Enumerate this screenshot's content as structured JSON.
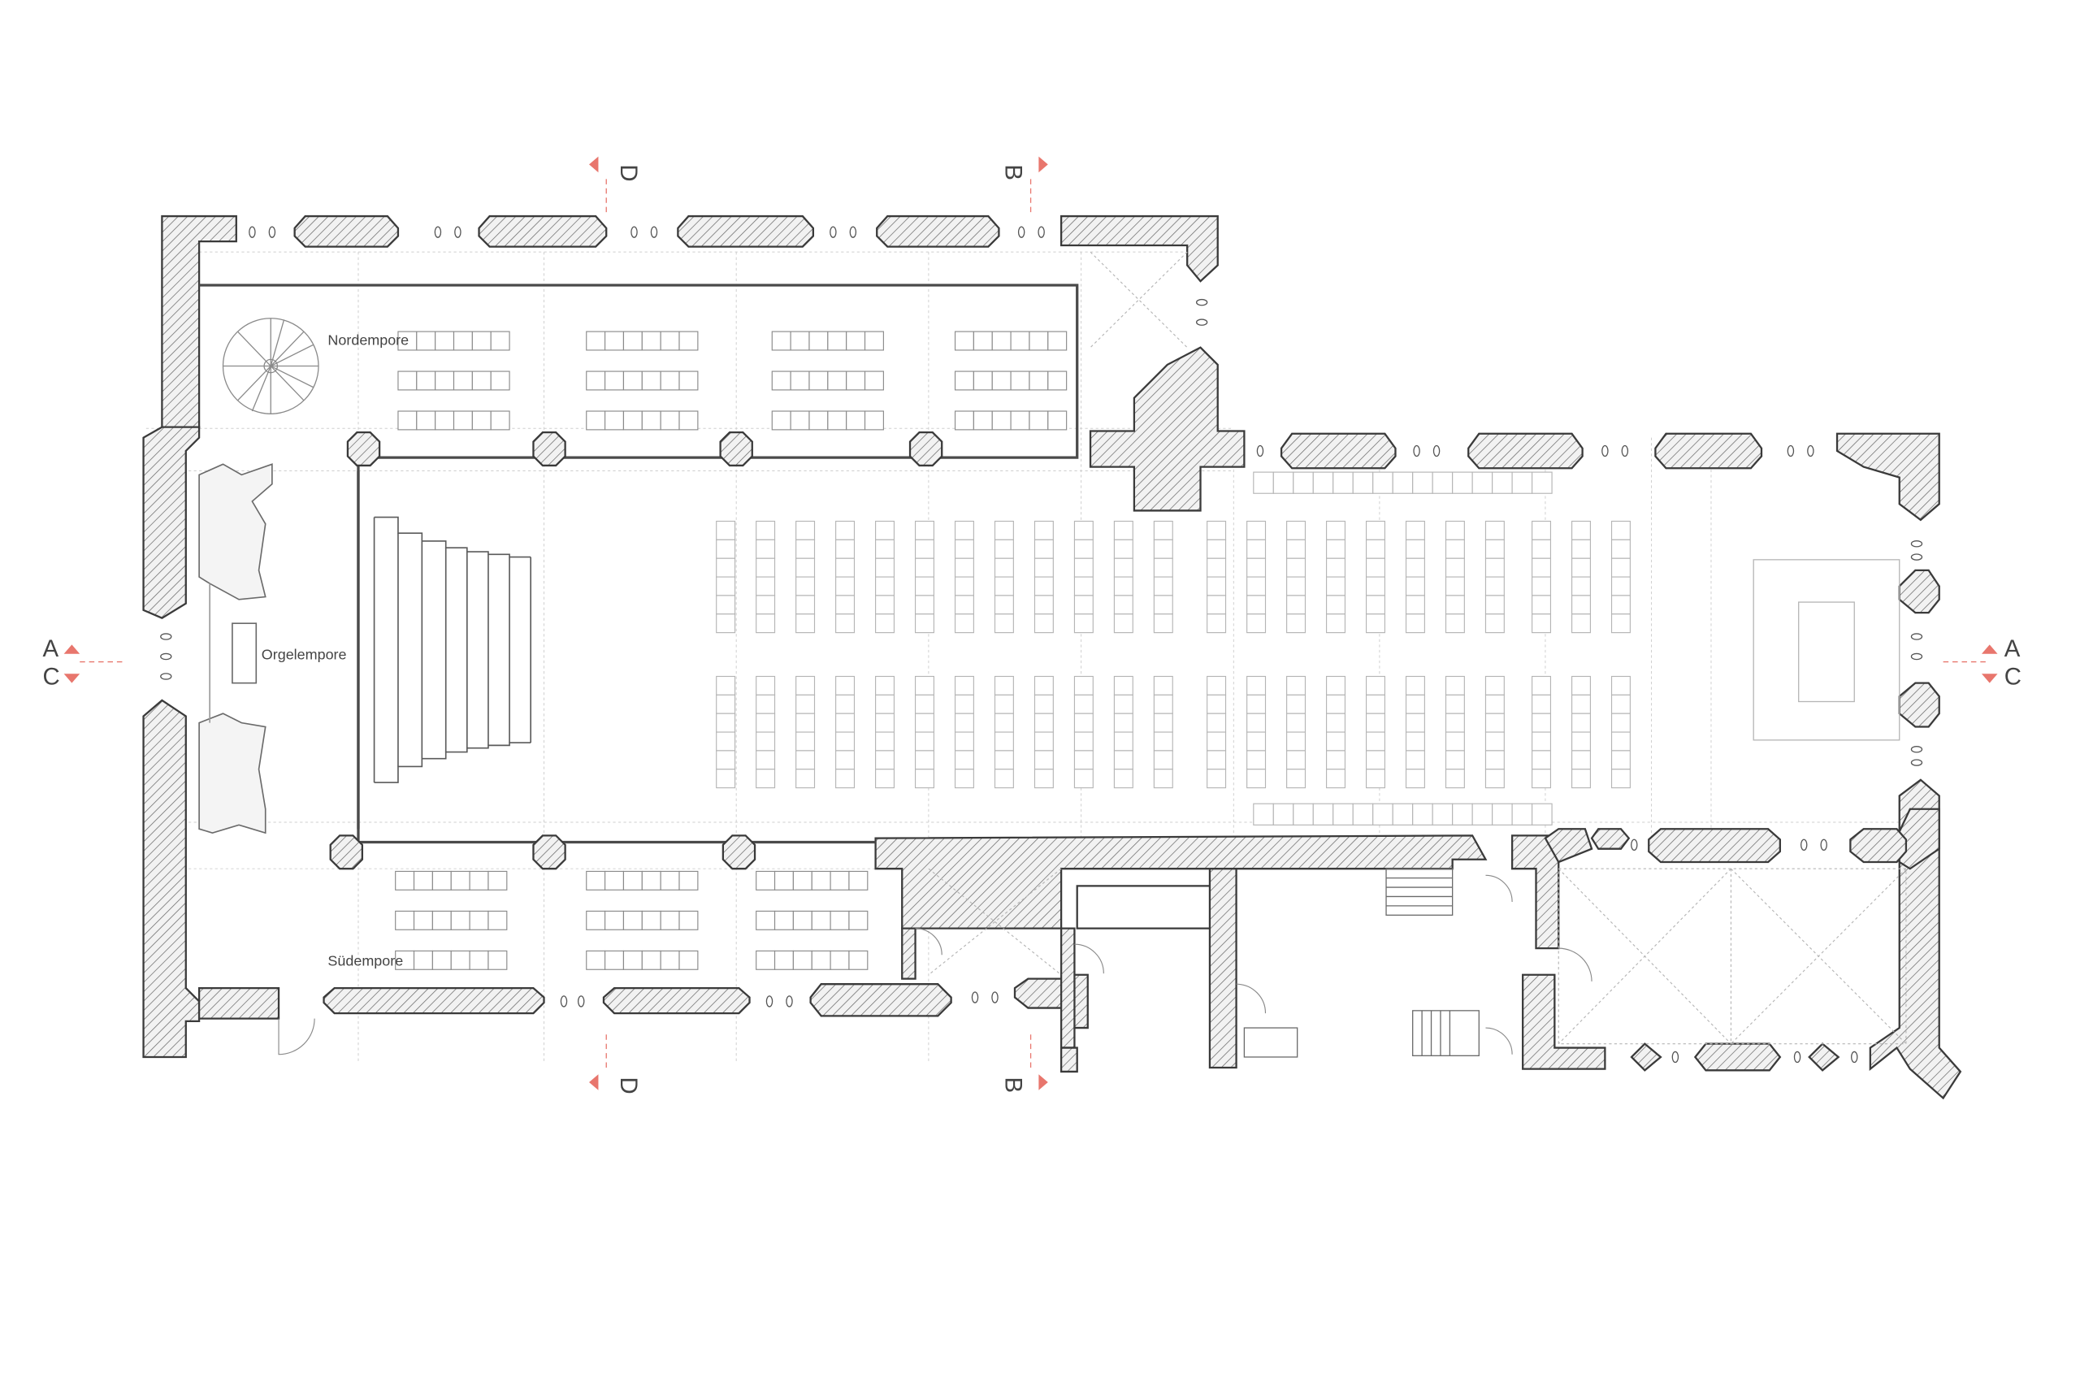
{
  "drawing": {
    "rooms": {
      "nordempore": "Nordempore",
      "orgelempore": "Orgelempore",
      "suedempore": "Südempore"
    },
    "section_marks": {
      "a": "A",
      "b": "B",
      "c": "C",
      "d": "D"
    }
  },
  "colors": {
    "wall_fill": "#e8e8e8",
    "wall_stroke": "#3a3a3a",
    "section_accent": "#e8766d",
    "fine_line": "#b9b9b9",
    "text": "#444444"
  }
}
